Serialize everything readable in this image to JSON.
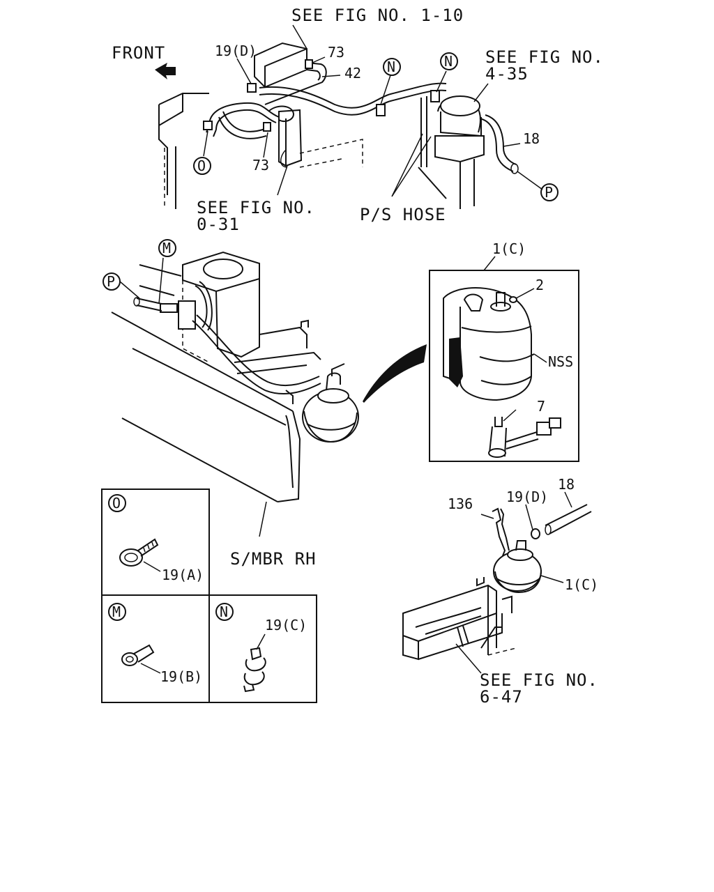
{
  "callouts": {
    "see_fig_1_10": "SEE FIG NO. 1-10",
    "front": "FRONT",
    "see_fig_4_35_line1": "SEE FIG NO.",
    "see_fig_4_35_line2": "4-35",
    "see_fig_0_31_line1": "SEE FIG NO.",
    "see_fig_0_31_line2": "0-31",
    "ps_hose": "P/S HOSE",
    "s_mbr_rh": "S/MBR RH",
    "see_fig_6_47_line1": "SEE FIG NO.",
    "see_fig_6_47_line2": "6-47",
    "nss": "NSS"
  },
  "part_numbers": {
    "p19d_top": "19(D)",
    "p73_top": "73",
    "p42": "42",
    "p73_bottom": "73",
    "p18_top": "18",
    "p1c_box": "1(C)",
    "p2": "2",
    "p7": "7",
    "p136": "136",
    "p19d_bottom": "19(D)",
    "p18_bottom": "18",
    "p1c_bottom": "1(C)",
    "p19a": "19(A)",
    "p19b": "19(B)",
    "p19c": "19(C)"
  },
  "circle_refs": {
    "n1": "N",
    "n2": "N",
    "o_top": "O",
    "p_right": "P",
    "m_mid": "M",
    "p_left": "P",
    "o_inset": "O",
    "m_inset": "M",
    "n_inset": "N"
  }
}
